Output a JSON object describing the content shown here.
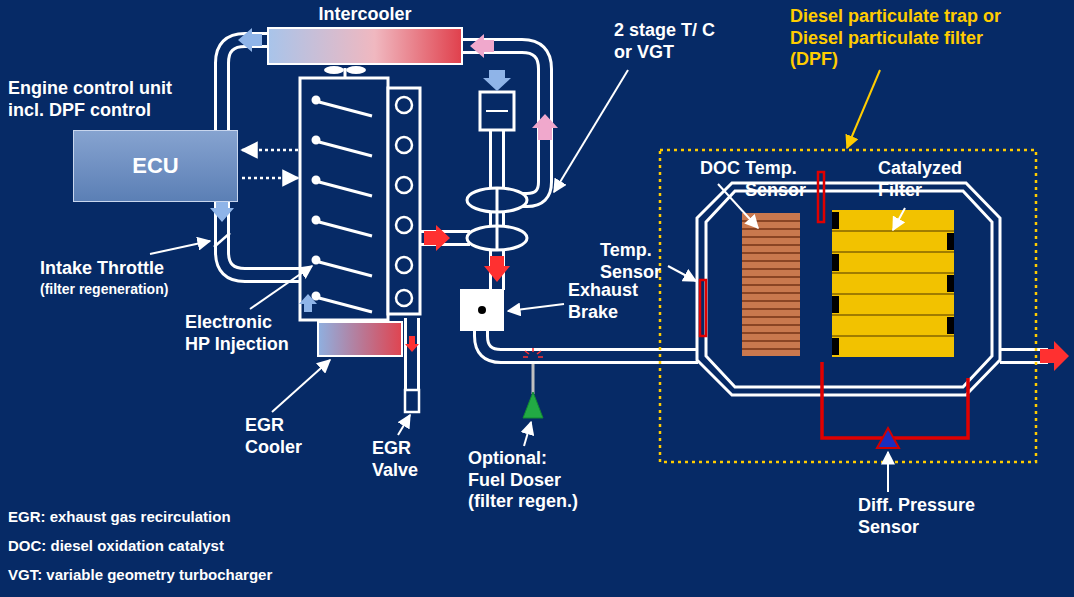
{
  "diagram": {
    "nodes": [
      {
        "text": [
          "ECU"
        ]
      }
    ],
    "labels": [
      "Intercooler",
      "Engine control unit incl. DPF control",
      "2 stage T/ C or VGT",
      "Diesel particulate trap or Diesel particulate filter (DPF)",
      "Temp. Sensor",
      "DOC",
      "Temp. Sensor",
      "Catalyzed Filter",
      "Exhaust Brake",
      "Intake Throttle",
      "(filter regeneration)",
      "Electronic HP Injection",
      "EGR Cooler",
      "EGR Valve",
      "Optional: Fuel Doser (filter regen.)",
      "Diff. Pressure Sensor",
      "EGR: exhaust gas recirculation",
      "DOC: diesel oxidation catalyst",
      "VGT: variable geometry turbocharger"
    ]
  }
}
